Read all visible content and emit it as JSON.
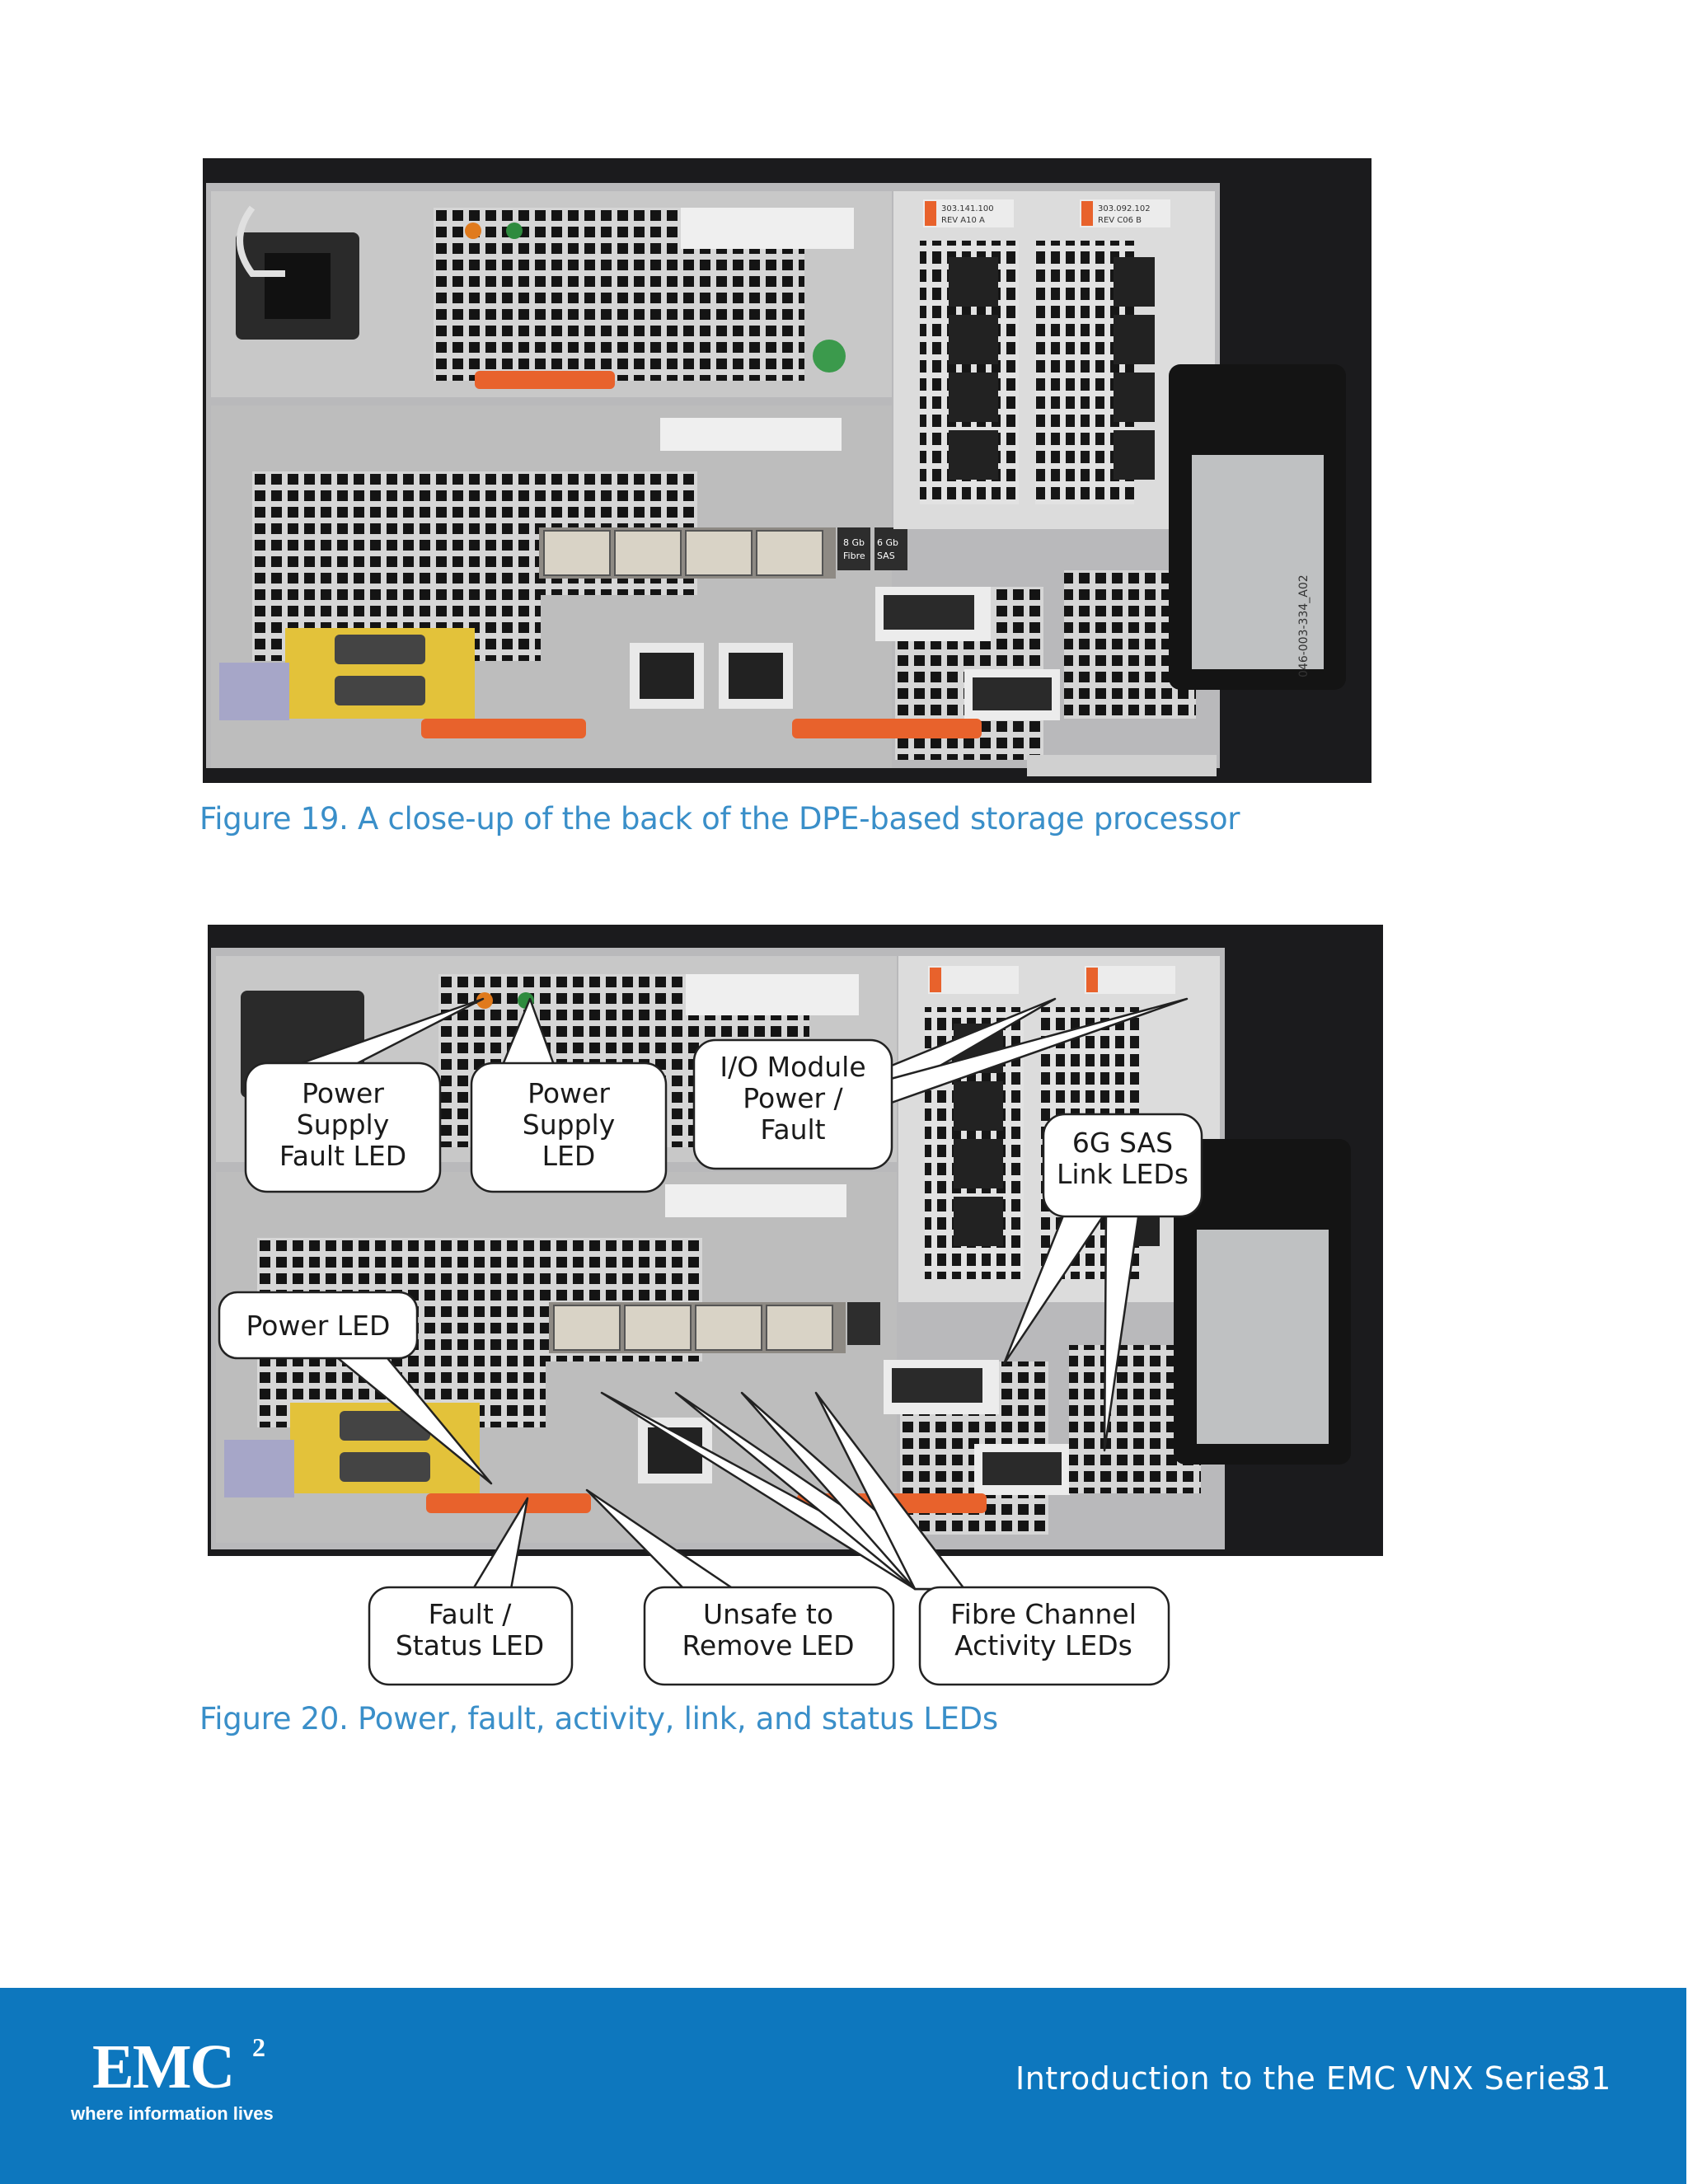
{
  "figure19": {
    "caption": "Figure 19. A close-up of the back of the DPE-based storage processor"
  },
  "figure20": {
    "caption": "Figure 20. Power, fault, activity, link, and status LEDs",
    "callouts": {
      "psu_fault": [
        "Power",
        "Supply",
        "Fault LED"
      ],
      "psu_led": [
        "Power",
        "Supply",
        "LED"
      ],
      "io_module": [
        "I/O Module",
        "Power /",
        "Fault"
      ],
      "sas_link": [
        "6G SAS",
        "Link LEDs"
      ],
      "power_led": [
        "Power LED"
      ],
      "fault_status": [
        "Fault /",
        "Status LED"
      ],
      "unsafe_remove": [
        "Unsafe to",
        "Remove LED"
      ],
      "fibre_channel": [
        "Fibre Channel",
        "Activity LEDs"
      ]
    }
  },
  "photo_labels": {
    "fibre": [
      "8 Gb",
      "Fibre"
    ],
    "sas": [
      "6 Gb",
      "SAS"
    ],
    "sas_small": "6 Gb  SAS",
    "tag_part": "046-003-334_A02",
    "module_a": [
      "303.141.100",
      "REV A10   A"
    ],
    "module_b": [
      "303.092.102",
      "REV C06   B"
    ]
  },
  "footer": {
    "logo": "EMC",
    "logo_sup": "2",
    "tagline": "where information lives",
    "title": "Introduction to the EMC VNX Series",
    "page": "31"
  },
  "colors": {
    "accent": "#3a8fc9",
    "footer_bg": "#0d77be",
    "orange": "#e8622c"
  }
}
